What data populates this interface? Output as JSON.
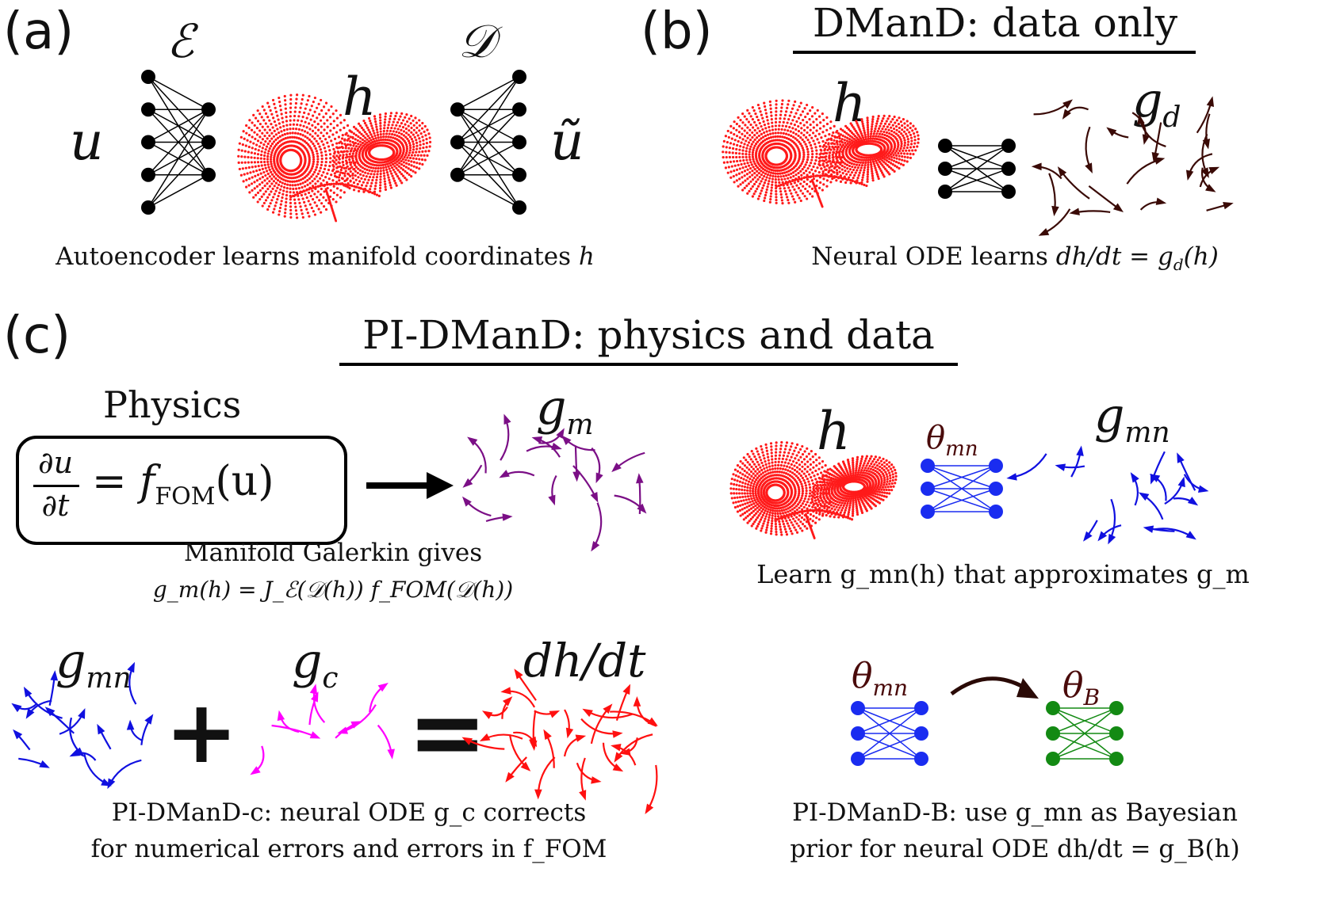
{
  "panels": {
    "a": {
      "label": "(a)",
      "encoder_symbol": "ℰ",
      "decoder_symbol": "𝒟",
      "input_symbol": "u",
      "latent_symbol": "h",
      "output_symbol": "ũ",
      "caption_text": "Autoencoder learns manifold coordinates",
      "caption_var": "h"
    },
    "b": {
      "label": "(b)",
      "heading": "DManD: data only",
      "latent_symbol": "h",
      "field_symbol": "g",
      "field_sub": "d",
      "caption_text": "Neural ODE learns",
      "caption_math": "dh/dt = g",
      "caption_math_sub": "d",
      "caption_math_tail": "(h)"
    },
    "c": {
      "label": "(c)",
      "heading": "PI-DManD: physics and data",
      "physics_title": "Physics",
      "equation": {
        "num": "∂u",
        "den": "∂t",
        "rhs": "= f",
        "rhs_sub": "FOM",
        "rhs_tail": "(u)"
      },
      "gm_symbol": "g",
      "gm_sub": "m",
      "galerkin_line1": "Manifold Galerkin gives",
      "galerkin_line2": "g_m(h) = J_ℰ(𝒟(h)) f_FOM(𝒟(h))",
      "latent_symbol": "h",
      "theta_mn_symbol": "θ",
      "theta_mn_sub": "mn",
      "gmn_symbol": "g",
      "gmn_sub": "mn",
      "learn_caption": "Learn g_mn(h) that approximates g_m",
      "sum_gmn_symbol": "g",
      "sum_gmn_sub": "mn",
      "gc_symbol": "g",
      "gc_sub": "c",
      "dhdt_symbol": "dh/dt",
      "plus": "+",
      "equals": "=",
      "c_caption_line1": "PI-DManD-c: neural ODE g_c corrects",
      "c_caption_line2": "for numerical errors and errors in f_FOM",
      "theta_mn2_symbol": "θ",
      "theta_mn2_sub": "mn",
      "theta_b_symbol": "θ",
      "theta_b_sub": "B",
      "b_caption_line1": "PI-DManD-B: use g_mn as Bayesian",
      "b_caption_line2": "prior for neural ODE dh/dt = g_B(h)"
    }
  },
  "colors": {
    "attractor": "#ff1a1a",
    "field_dark": "#3a0a06",
    "field_purple": "#7b0f86",
    "field_blue": "#1010e0",
    "field_magenta": "#ff00ff",
    "field_red": "#ff1010",
    "net_blue": "#1a2cf0",
    "net_green": "#138a13",
    "theta_color": "#4a0a0a"
  }
}
